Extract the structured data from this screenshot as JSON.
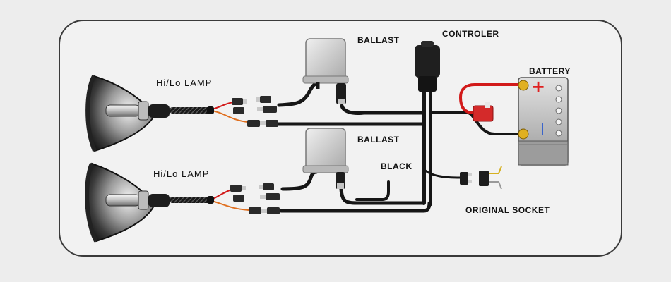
{
  "labels": {
    "lamp_top": "Hi/Lo LAMP",
    "lamp_bottom": "Hi/Lo LAMP",
    "ballast_top": "BALLAST",
    "ballast_bottom": "BALLAST",
    "controller": "CONTROLER",
    "battery": "BATTERY",
    "black_wire": "BLACK",
    "original_socket": "ORIGINAL SOCKET"
  },
  "battery_terminals": {
    "positive": "+",
    "negative": "−"
  },
  "colors": {
    "background": "#ededed",
    "panel_fill": "#f2f2f2",
    "panel_border": "#3a3a3a",
    "wire_black": "#161616",
    "wire_red": "#d21a1a",
    "wire_orange": "#e07020",
    "battery_positive": "#e02020",
    "battery_negative": "#1a4fd0",
    "ballast_body": "#d6d6d6"
  }
}
